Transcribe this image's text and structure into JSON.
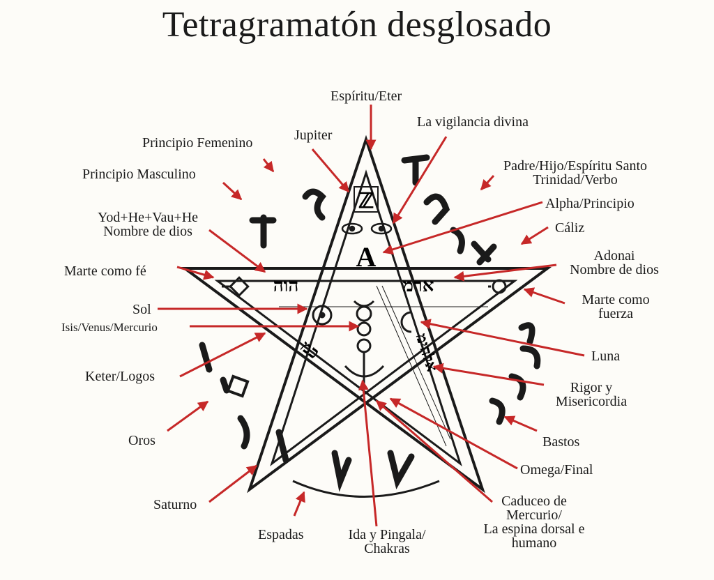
{
  "title": "Tetragramatón desglosado",
  "colors": {
    "arrow": "#c62828",
    "ink": "#1a1a1a",
    "background": "#fdfcf8"
  },
  "inscriptions": {
    "top_letter": "ℤ",
    "left_word": "הוה",
    "right_word": "ארמ",
    "left_lower_word": "כמ",
    "right_lower_word": "אלהימ",
    "center_letter": "A"
  },
  "labels": {
    "espiritu": "Espíritu/Eter",
    "vigilancia": "La vigilancia divina",
    "jupiter": "Jupiter",
    "femenino": "Principio Femenino",
    "masculino": "Principio Masculino",
    "trinidad": [
      "Padre/Hijo/Espíritu Santo",
      "Trinidad/Verbo"
    ],
    "alpha": "Alpha/Principio",
    "caliz": "Cáliz",
    "yod": [
      "Yod+He+Vau+He",
      "Nombre de dios"
    ],
    "adonai": [
      "Adonai",
      "Nombre de dios"
    ],
    "marte_fe": "Marte como fé",
    "marte_fuerza": [
      "Marte como",
      "fuerza"
    ],
    "sol": "Sol",
    "isis": "Isis/Venus/Mercurio",
    "luna": "Luna",
    "keter": "Keter/Logos",
    "rigor": [
      "Rigor y",
      "Misericordia"
    ],
    "oros": "Oros",
    "bastos": "Bastos",
    "omega": "Omega/Final",
    "saturno": "Saturno",
    "caduceo": [
      "Caduceo de",
      "Mercurio/",
      "La espina dorsal e",
      "humano"
    ],
    "espadas": "Espadas",
    "ida": [
      "Ida y Pingala/",
      "Chakras"
    ]
  }
}
